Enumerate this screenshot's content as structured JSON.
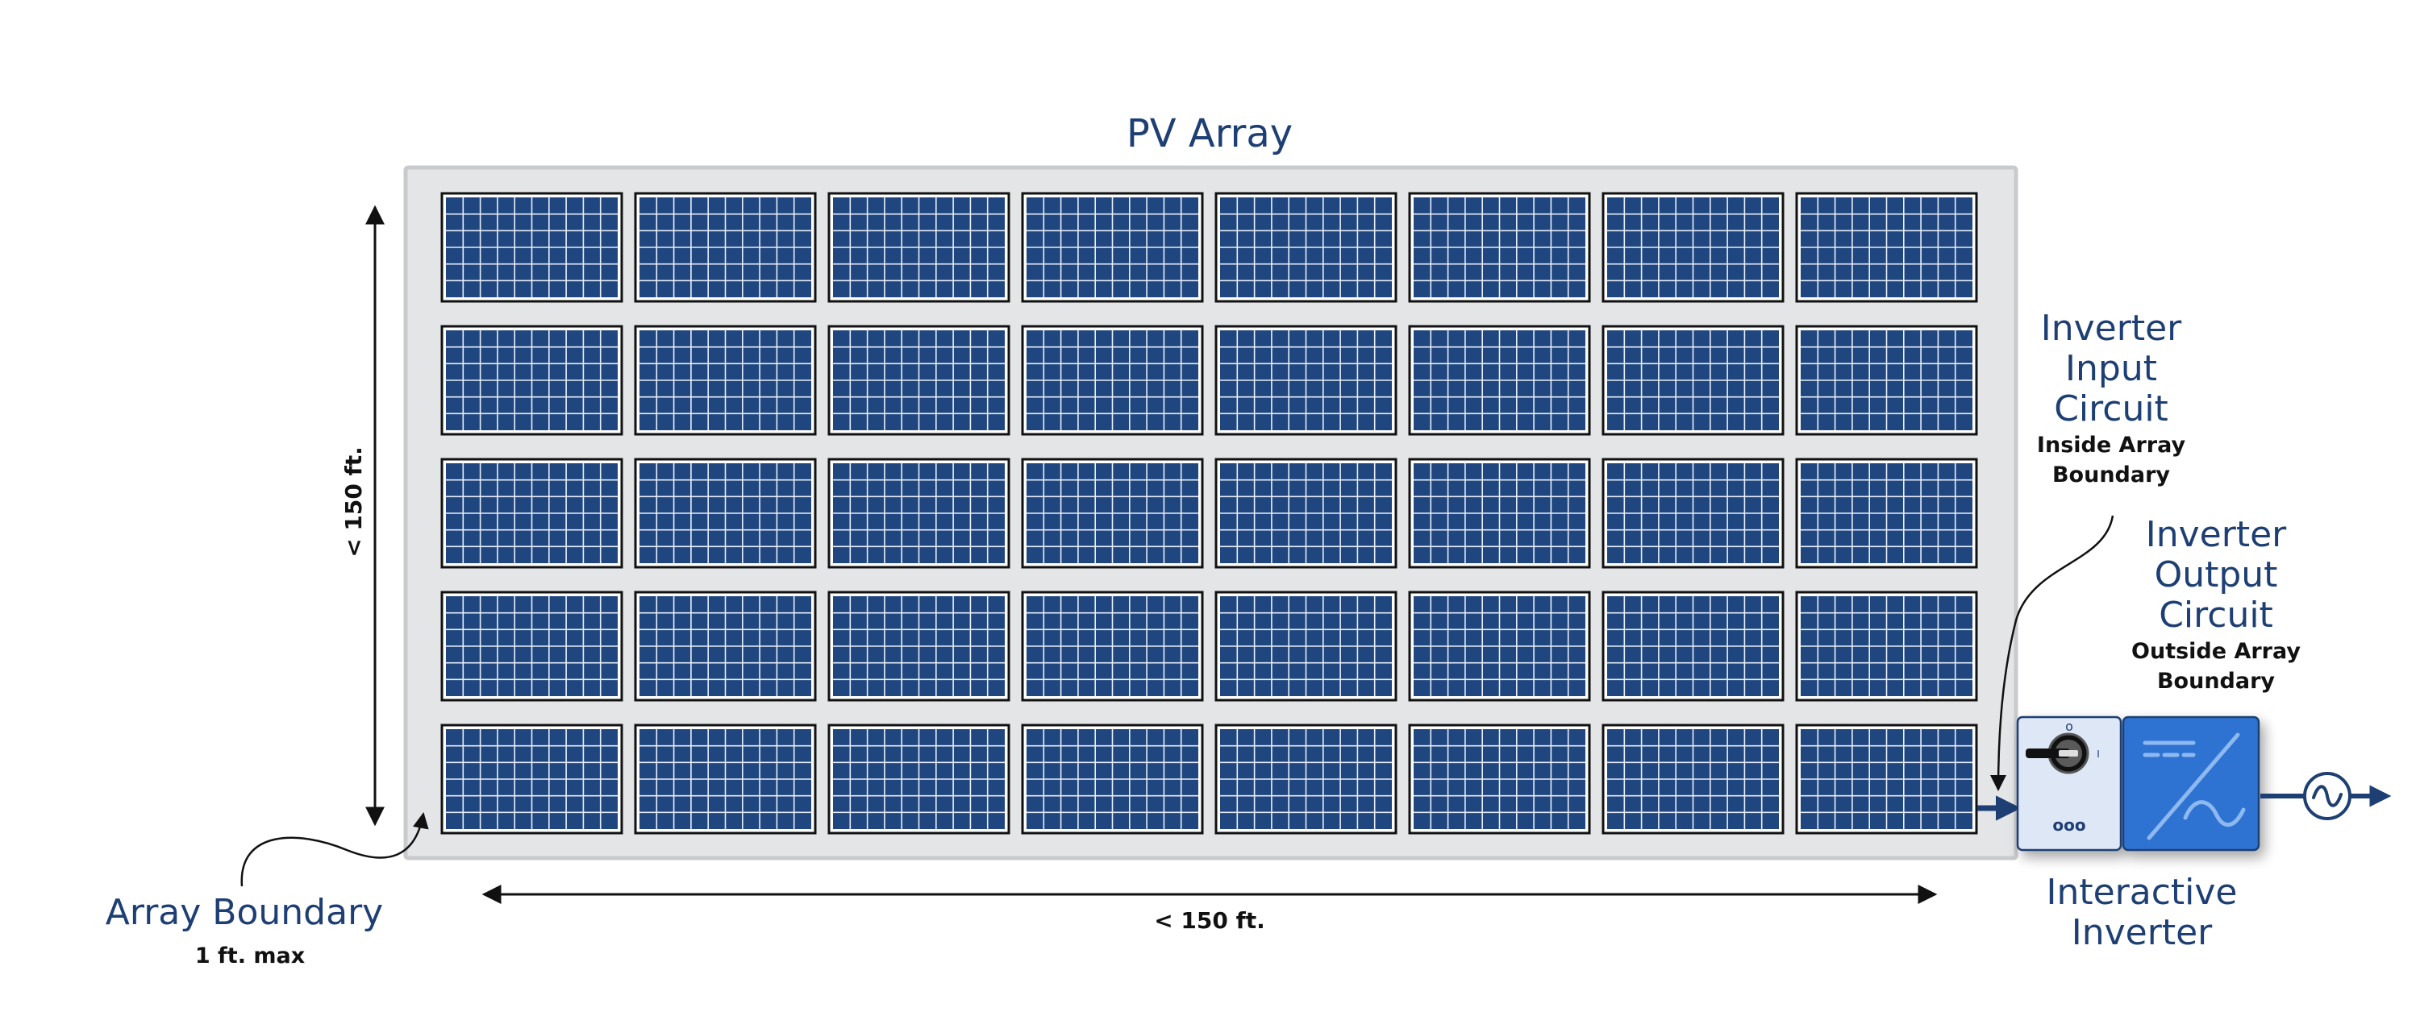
{
  "title": "PV Array",
  "array": {
    "rows": 5,
    "columns": 8,
    "cell_rows": 6,
    "cell_columns": 10
  },
  "dimensions": {
    "height_label": "< 150 ft.",
    "width_label": "< 150 ft."
  },
  "labels": {
    "array_boundary": "Array Boundary",
    "array_boundary_note": "1 ft. max",
    "input_circuit_line1": "Inverter",
    "input_circuit_line2": "Input",
    "input_circuit_line3": "Circuit",
    "input_circuit_note1": "Inside Array",
    "input_circuit_note2": "Boundary",
    "output_circuit_line1": "Inverter",
    "output_circuit_line2": "Output",
    "output_circuit_line3": "Circuit",
    "output_circuit_note1": "Outside Array",
    "output_circuit_note2": "Boundary",
    "inverter_line1": "Interactive",
    "inverter_line2": "Inverter",
    "inverter_mark": "ooo",
    "switch_off_mark": "o",
    "switch_on_mark": "I"
  },
  "colors": {
    "panel_fill": "#1f467f",
    "panel_grid": "#e8eef8",
    "panel_frame": "#111111",
    "boundary_fill": "#e4e5e7",
    "boundary_stroke": "#c9cacc",
    "label_blue": "#1e3f73",
    "inverter_blue": "#2e72d2",
    "disconnect_fill": "#dde7f5",
    "wire_blue": "#1e3f73"
  },
  "icons": {
    "disconnect": "disconnect-switch-icon",
    "inverter": "inverter-symbol-icon",
    "ac_output": "ac-sine-icon"
  }
}
